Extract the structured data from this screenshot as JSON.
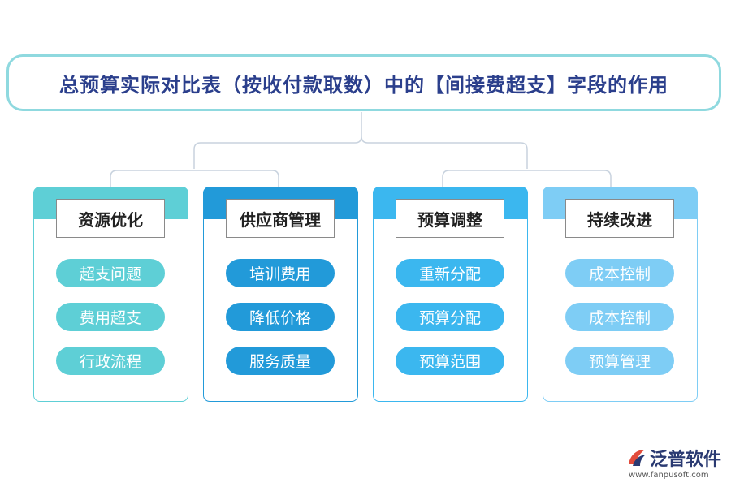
{
  "title": "总预算实际对比表（按收付款取数）中的【间接费超支】字段的作用",
  "colors": {
    "title_border": "#8fd9df",
    "title_text": "#2b3f8c",
    "connector": "#c8d2de",
    "card1": "#5ecfd6",
    "card2": "#229ad9",
    "card3": "#3bb7ef",
    "card4": "#7ecdf5"
  },
  "cards": [
    {
      "heading": "资源优化",
      "items": [
        "超支问题",
        "费用超支",
        "行政流程"
      ]
    },
    {
      "heading": "供应商管理",
      "items": [
        "培训费用",
        "降低价格",
        "服务质量"
      ]
    },
    {
      "heading": "预算调整",
      "items": [
        "重新分配",
        "预算分配",
        "预算范围"
      ]
    },
    {
      "heading": "持续改进",
      "items": [
        "成本控制",
        "成本控制",
        "预算管理"
      ]
    }
  ],
  "logo": {
    "name": "泛普软件",
    "url": "www.fanpusoft.com",
    "icon": "fanpu-logo-icon"
  }
}
